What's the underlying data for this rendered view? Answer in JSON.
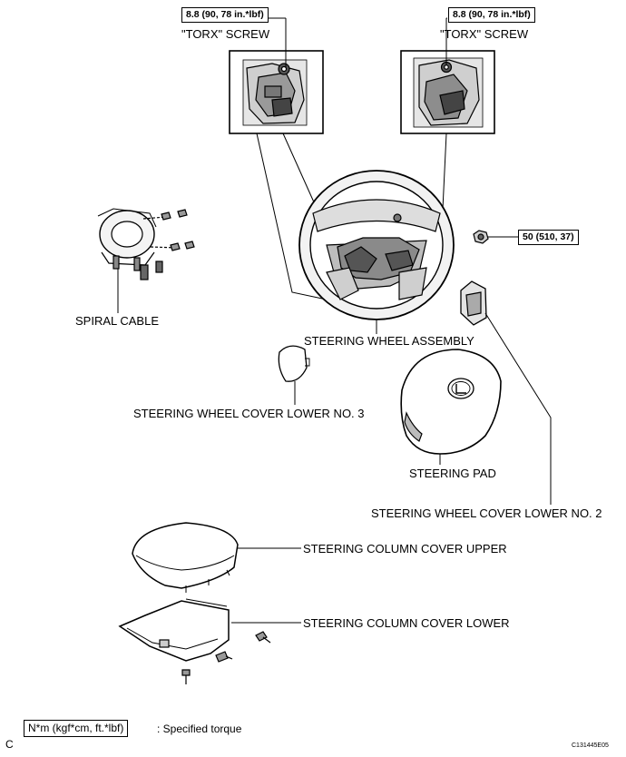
{
  "labels": {
    "torque_left": "8.8 (90, 78 in.*lbf)",
    "torx_left": "\"TORX\" SCREW",
    "torque_right": "8.8 (90, 78 in.*lbf)",
    "torx_right": "\"TORX\" SCREW",
    "torque_nut": "50 (510, 37)",
    "spiral_cable": "SPIRAL CABLE",
    "steering_wheel_assembly": "STEERING WHEEL ASSEMBLY",
    "cover_lower_no3": "STEERING WHEEL COVER LOWER NO. 3",
    "steering_pad": "STEERING PAD",
    "cover_lower_no2": "STEERING WHEEL COVER LOWER NO. 2",
    "column_cover_upper": "STEERING COLUMN COVER UPPER",
    "column_cover_lower": "STEERING COLUMN COVER LOWER",
    "legend_box": "N*m (kgf*cm, ft.*lbf)",
    "legend_text": ": Specified torque",
    "corner_letter": "C",
    "figure_code": "C131445E05"
  }
}
